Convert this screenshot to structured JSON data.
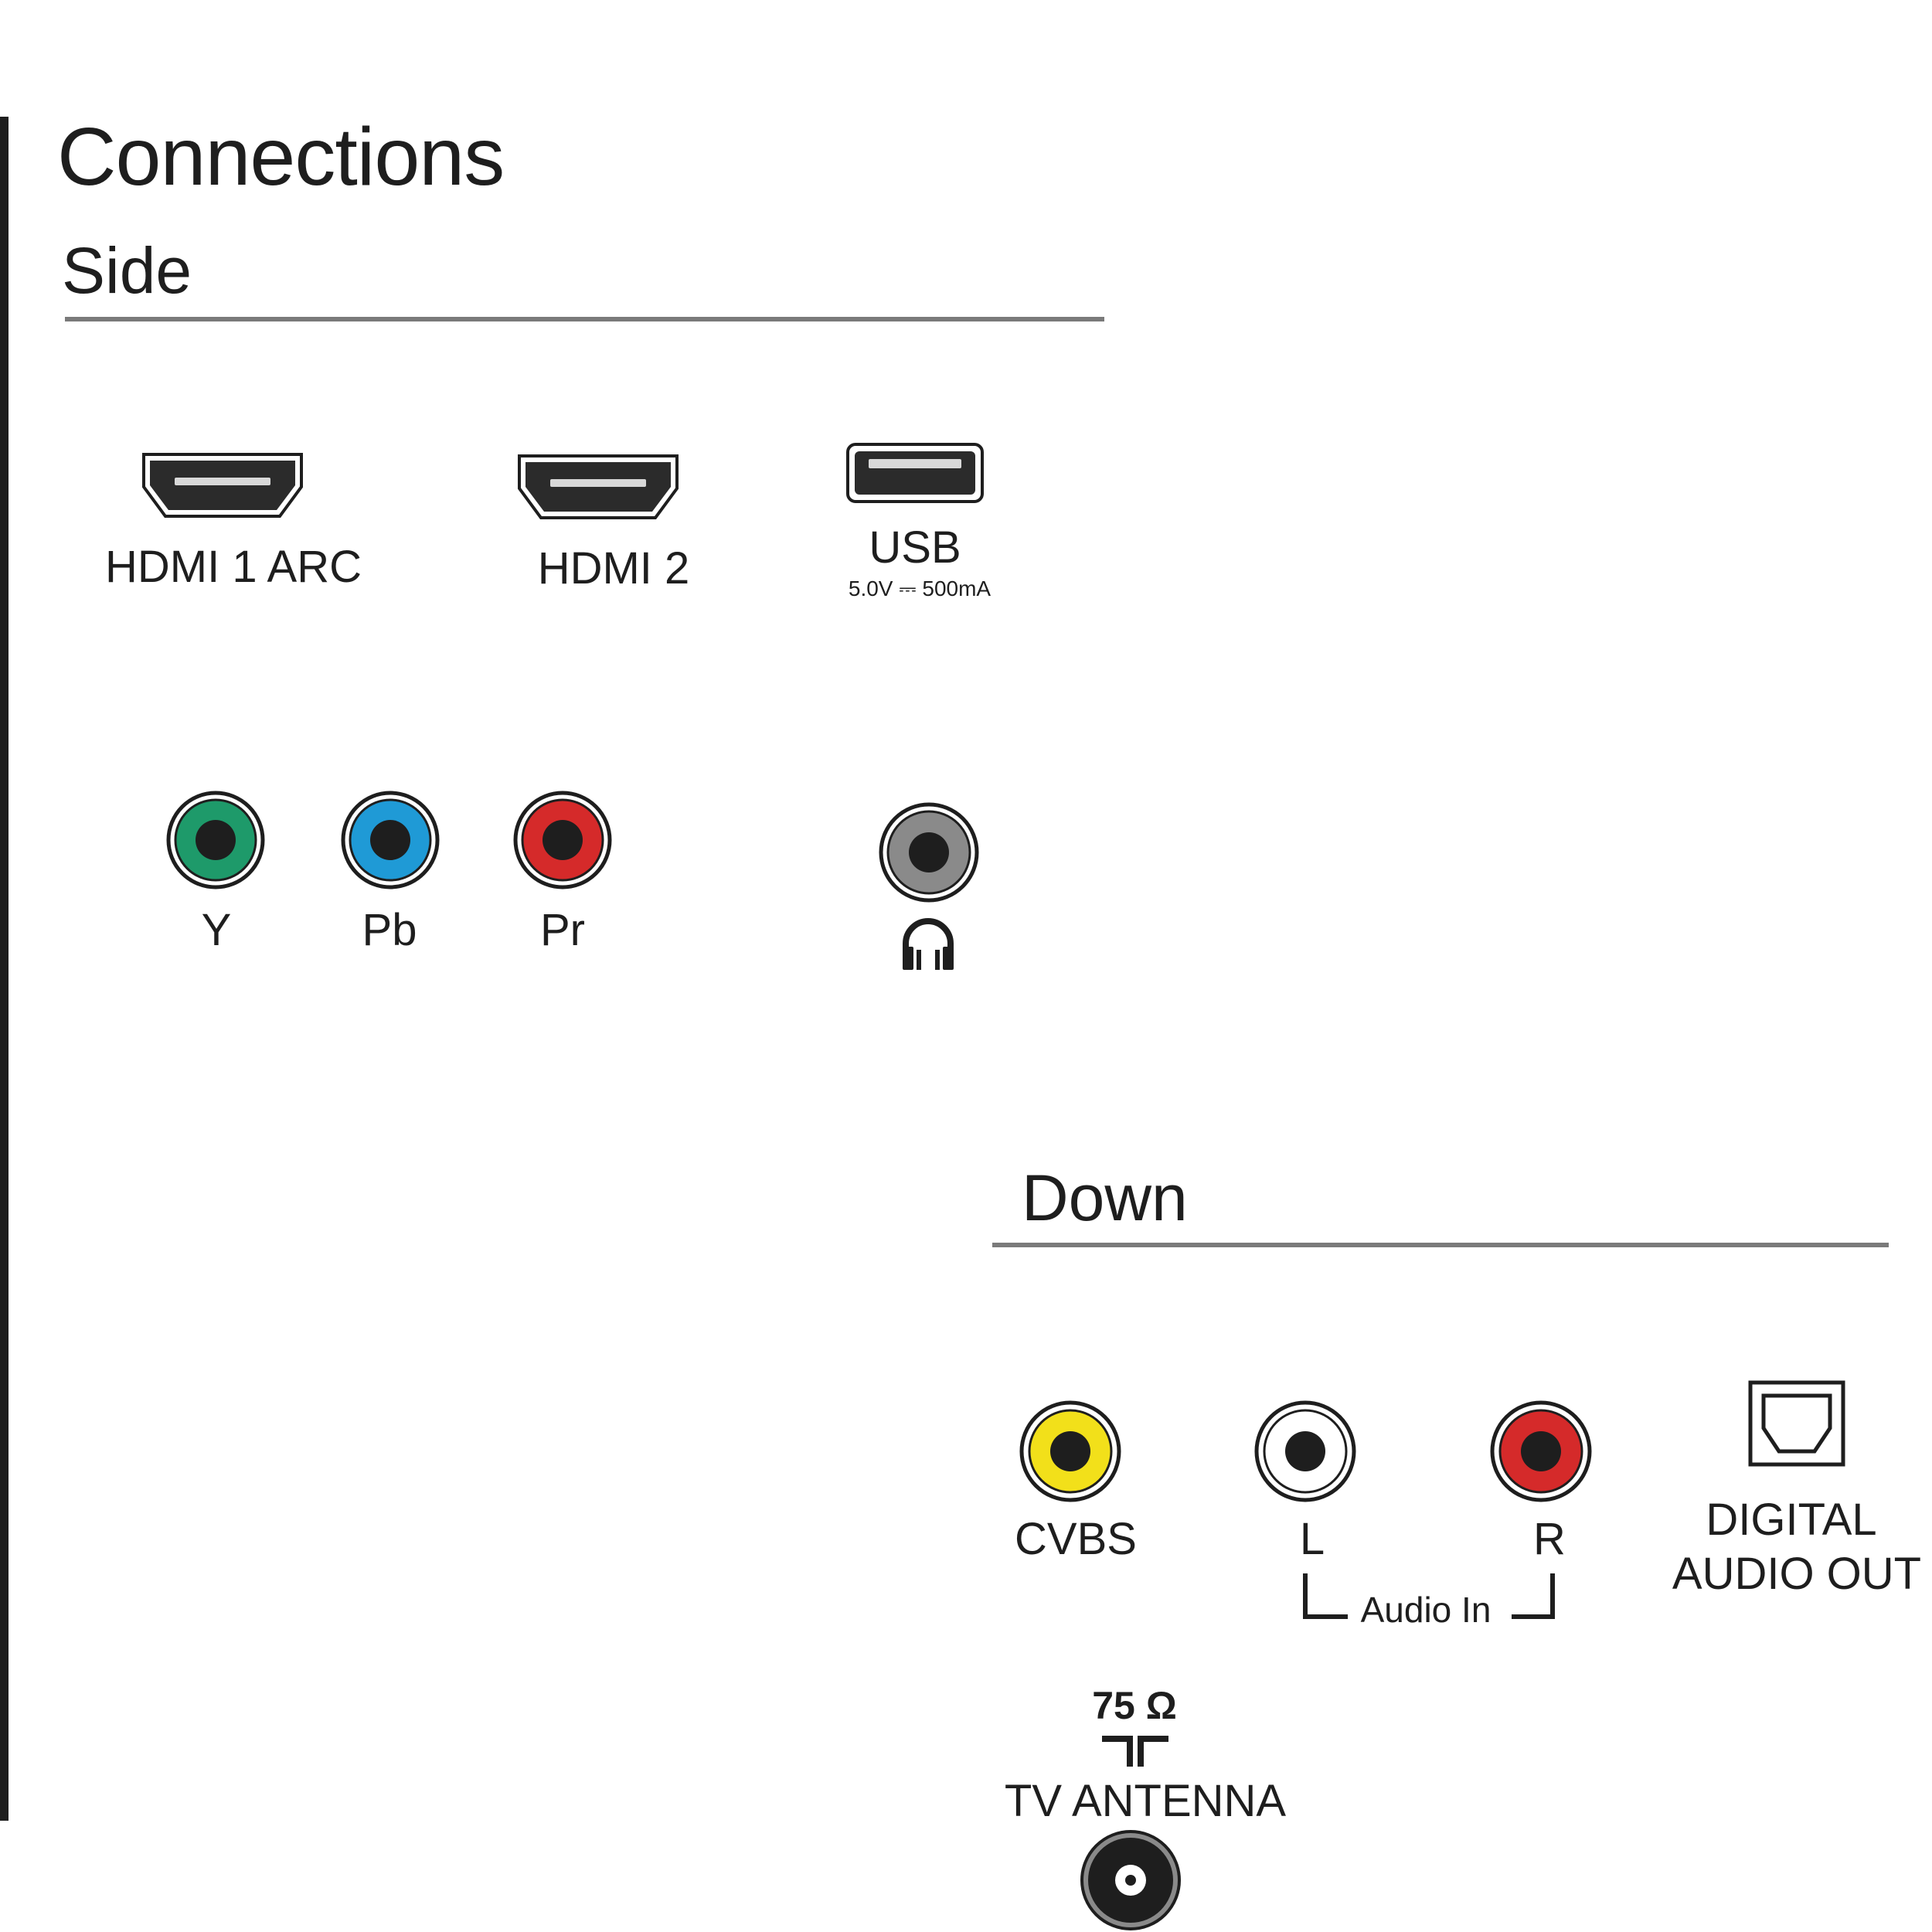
{
  "title": "Connections",
  "sections": {
    "side": {
      "heading": "Side",
      "ports": {
        "hdmi1": {
          "label": "HDMI 1 ARC",
          "icon": "hdmi-port-icon"
        },
        "hdmi2": {
          "label": "HDMI 2",
          "icon": "hdmi-port-icon"
        },
        "usb": {
          "label": "USB",
          "rating": "5.0V ⎓ 500mA",
          "icon": "usb-port-icon"
        },
        "component": [
          {
            "label": "Y",
            "color": "#1e9a6a"
          },
          {
            "label": "Pb",
            "color": "#1f9ad6"
          },
          {
            "label": "Pr",
            "color": "#d52a2a"
          }
        ],
        "headphone": {
          "icon": "headphones-icon",
          "jack_color": "#8a8a8a"
        }
      }
    },
    "down": {
      "heading": "Down",
      "ports": {
        "cvbs": {
          "label": "CVBS",
          "color": "#f2e01a"
        },
        "audio_l": {
          "label": "L",
          "color": "#ffffff"
        },
        "audio_r": {
          "label": "R",
          "color": "#d52a2a"
        },
        "audio_group_label": "Audio In",
        "digital_audio_out": {
          "label_line1": "DIGITAL",
          "label_line2": "AUDIO OUT",
          "icon": "optical-port-icon"
        },
        "antenna": {
          "impedance": "75 Ω",
          "label": "TV ANTENNA",
          "icon": "coax-port-icon"
        }
      }
    }
  }
}
